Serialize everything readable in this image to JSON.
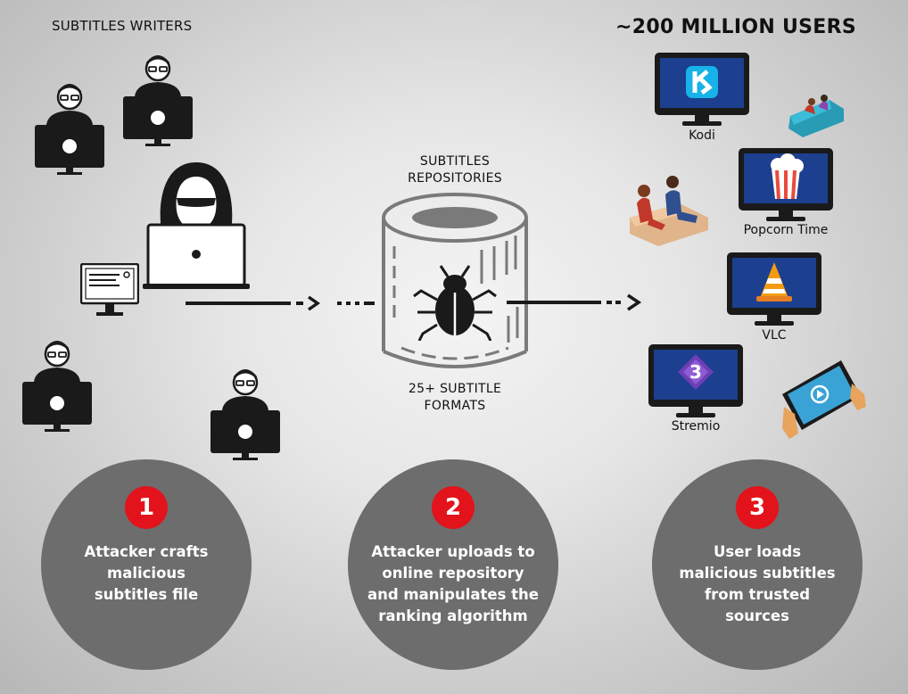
{
  "header": {
    "writers_label": "SUBTITLES WRITERS",
    "users_label": "~200 MILLION USERS"
  },
  "center": {
    "repositories_label_line1": "SUBTITLES",
    "repositories_label_line2": "REPOSITORIES",
    "formats_label_line1": "25+ SUBTITLE",
    "formats_label_line2": "FORMATS"
  },
  "apps": {
    "kodi": "Kodi",
    "popcorn": "Popcorn Time",
    "vlc": "VLC",
    "stremio": "Stremio",
    "stremio_logo_char": "3"
  },
  "steps": [
    {
      "number": "1",
      "lines": [
        "Attacker crafts",
        "malicious",
        "subtitles file"
      ]
    },
    {
      "number": "2",
      "lines": [
        "Attacker uploads to",
        "online repository",
        "and manipulates the",
        "ranking algorithm"
      ]
    },
    {
      "number": "3",
      "lines": [
        "User loads",
        "malicious subtitles",
        "from trusted",
        "sources"
      ]
    }
  ],
  "colors": {
    "accent_red": "#e3131b",
    "monitor_screen_blue": "#1c3f8f",
    "circle_gray": "#6d6d6d",
    "icon_black": "#1a1a1a"
  }
}
